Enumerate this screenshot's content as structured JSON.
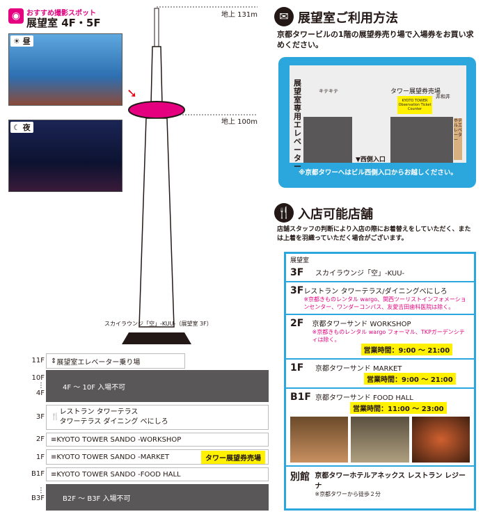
{
  "left": {
    "header_sub": "おすすめ撮影スポット",
    "header_main": "展望室 4F・5F",
    "day_label": "昼",
    "night_label": "夜",
    "height_top": "地上 131m",
    "height_obs": "地上 100m",
    "restaurant_caption": "スカイラウンジ「空」-KUU-（展望室 3F）",
    "floors": [
      {
        "label": "11F",
        "text": "展望室エレベーター乗り場"
      },
      {
        "label": "10F ⋮ 4F",
        "text": "4F ～ 10F 入場不可"
      },
      {
        "label": "3F",
        "text": "レストラン タワーテラス\nタワーテラス ダイニング べにしろ"
      },
      {
        "label": "2F",
        "text": "KYOTO TOWER SANDO -WORKSHOP"
      },
      {
        "label": "1F",
        "text": "KYOTO TOWER SANDO -MARKET",
        "badge": "タワー展望券売場"
      },
      {
        "label": "B1F",
        "text": "KYOTO TOWER SANDO -FOOD HALL"
      },
      {
        "label": "⋮ B3F",
        "text": "B2F ～ B3F 入場不可"
      }
    ]
  },
  "howto": {
    "title": "展望室ご利用方法",
    "lead": "京都タワービルの1階の展望券売り場で入場券をお買い求めください。",
    "map_elev": "展望室専用エレベーター",
    "map_counter": "タワー展望券売場",
    "map_counter_en": "KYOTO TOWER Observation Ticket Counter",
    "map_shop1": "キテキテ",
    "map_shop2": "井和井",
    "map_entrance": "▼西側入口",
    "map_side": "ホテルエレベーター",
    "note": "※京都タワーへはビル西側入口からお越しください。"
  },
  "shops": {
    "title": "入店可能店舗",
    "lead": "店舗スタッフの判断により入店の際にお着替えをしていただく、または上着を羽織っていただく場合がございます。",
    "obs_label": "展望室",
    "items": [
      {
        "fl": "3F",
        "name": "スカイラウンジ「空」-KUU-",
        "note": "",
        "hours": ""
      },
      {
        "fl": "3F",
        "name": "レストラン タワーテラス/ダイニングべにしろ",
        "note": "※京都きものレンタル wargo、関西ツーリストインフォメーションセンター、ワンダーコンパス、友愛吉田歯科医院は除く。",
        "hours": ""
      },
      {
        "fl": "2F",
        "name": "京都タワーサンド WORKSHOP",
        "note": "※京都きものレンタル wargo フォーマル、TKPガーデンシティは除く。",
        "hours": "営業時間：9:00 ～ 21:00"
      },
      {
        "fl": "1F",
        "name": "京都タワーサンド MARKET",
        "note": "",
        "hours": "営業時間：9:00 ～ 21:00"
      },
      {
        "fl": "B1F",
        "name": "京都タワーサンド FOOD HALL",
        "note": "",
        "hours": "営業時間：11:00 ～ 23:00"
      },
      {
        "fl": "別館",
        "name": "京都タワーホテルアネックス レストラン レジーナ",
        "note": "※京都タワーから徒歩２分",
        "hours": ""
      }
    ]
  }
}
